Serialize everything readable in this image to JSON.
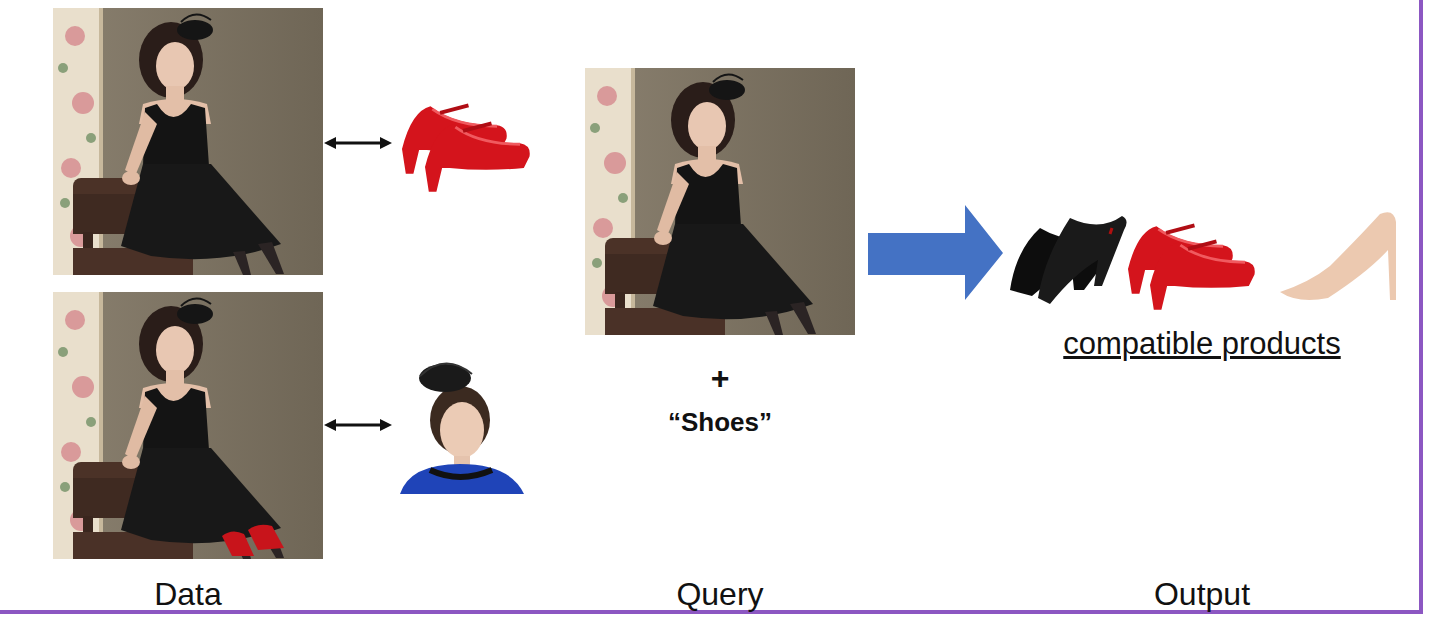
{
  "diagram": {
    "labels": [
      "+",
      "“Shoes”",
      "compatible products",
      "Data",
      "Query",
      "Output"
    ]
  }
}
